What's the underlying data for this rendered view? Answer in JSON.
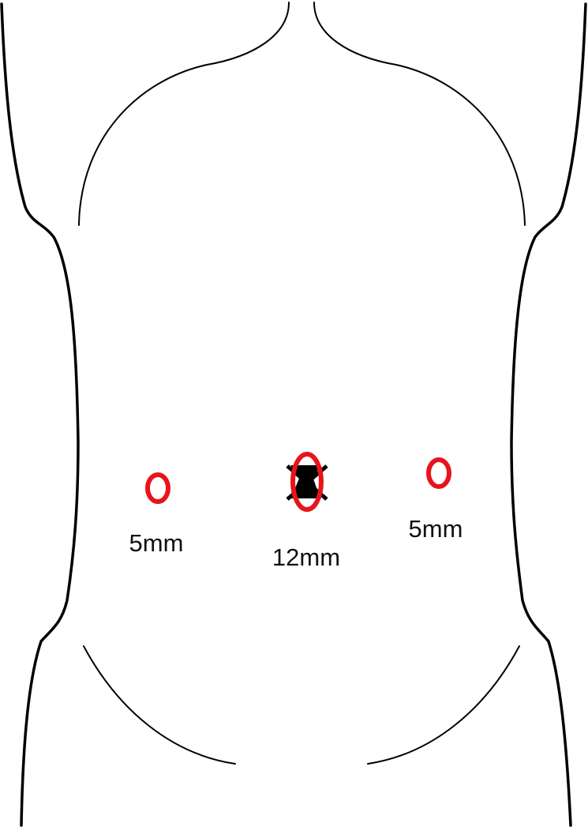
{
  "colors": {
    "outline": "#000000",
    "port_marker": "#e8141b",
    "background": "#ffffff"
  },
  "ports": {
    "left": {
      "size_label": "5mm"
    },
    "center": {
      "size_label": "12mm"
    },
    "right": {
      "size_label": "5mm"
    }
  }
}
